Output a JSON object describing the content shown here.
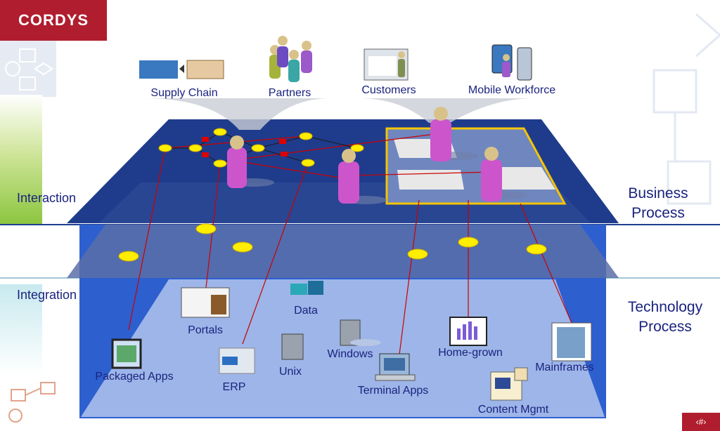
{
  "brand": {
    "logo": "CORDYS",
    "color": "#b01d2e"
  },
  "layers": {
    "interaction": "Interaction",
    "integration": "Integration",
    "business_process": [
      "Business",
      "Process"
    ],
    "technology_process": [
      "Technology",
      "Process"
    ]
  },
  "channels": {
    "supply_chain": "Supply Chain",
    "partners": "Partners",
    "customers": "Customers",
    "mobile_workforce": "Mobile Workforce"
  },
  "systems": {
    "data": "Data",
    "portals": "Portals",
    "windows": "Windows",
    "unix": "Unix",
    "home_grown": "Home-grown",
    "mainframes": "Mainframes",
    "packaged_apps": "Packaged Apps",
    "erp": "ERP",
    "terminal_apps": "Terminal Apps",
    "content_mgmt": "Content Mgmt"
  },
  "page_number": "‹#›",
  "colors": {
    "navy": "#1e3f8f",
    "blue": "#2d5fcf",
    "light_blue": "#9db5e8",
    "node": "#ffee00",
    "link": "#cc0000",
    "person": "#cc55cc"
  }
}
